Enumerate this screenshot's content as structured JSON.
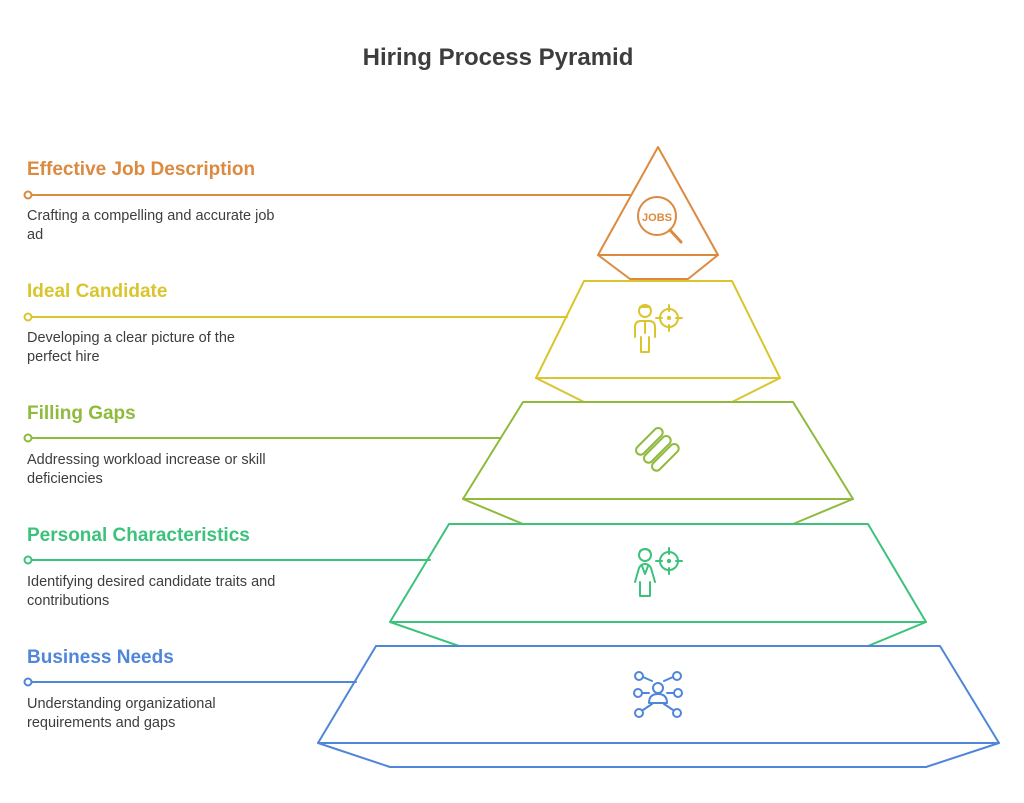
{
  "title": "Hiring Process Pyramid",
  "levels": [
    {
      "title": "Effective Job Description",
      "description": "Crafting a compelling and accurate job ad",
      "color": "#db8a3f",
      "icon": "jobs-search-icon",
      "icon_text": "JOBS"
    },
    {
      "title": "Ideal Candidate",
      "description": "Developing a clear picture of the perfect hire",
      "color": "#d9c62f",
      "icon": "candidate-target-icon"
    },
    {
      "title": "Filling Gaps",
      "description": "Addressing workload increase or skill deficiencies",
      "color": "#8fba3c",
      "icon": "stacked-bars-icon"
    },
    {
      "title": "Personal Characteristics",
      "description": "Identifying desired candidate traits and contributions",
      "color": "#3cc27b",
      "icon": "person-target-icon"
    },
    {
      "title": "Business Needs",
      "description": "Understanding organizational requirements and gaps",
      "color": "#4f86d9",
      "icon": "network-person-icon"
    }
  ]
}
